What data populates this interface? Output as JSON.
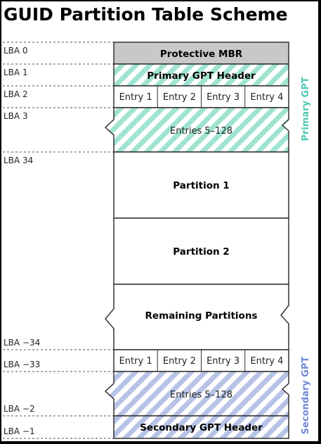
{
  "title": "GUID Partition Table Scheme",
  "colors": {
    "primary_hatch": "#9fe3d1",
    "secondary_hatch": "#b7c3e6",
    "primary_label": "#4ec9b0",
    "secondary_label": "#6f88d8",
    "mbr_fill": "#c8c8c8"
  },
  "lba_labels": {
    "lba0": "LBA 0",
    "lba1": "LBA 1",
    "lba2": "LBA 2",
    "lba3": "LBA 3",
    "lba34": "LBA 34",
    "lba_m34": "LBA −34",
    "lba_m33": "LBA −33",
    "lba_m2": "LBA −2",
    "lba_m1": "LBA −1"
  },
  "blocks": {
    "protective_mbr": "Protective MBR",
    "primary_header": "Primary GPT Header",
    "entries_rest": "Entries 5–128",
    "partition1": "Partition 1",
    "partition2": "Partition 2",
    "remaining": "Remaining Partitions",
    "secondary_header": "Secondary GPT Header"
  },
  "entries": [
    "Entry 1",
    "Entry 2",
    "Entry 3",
    "Entry 4"
  ],
  "side_labels": {
    "primary": "Primary GPT",
    "secondary": "Secondary GPT"
  }
}
